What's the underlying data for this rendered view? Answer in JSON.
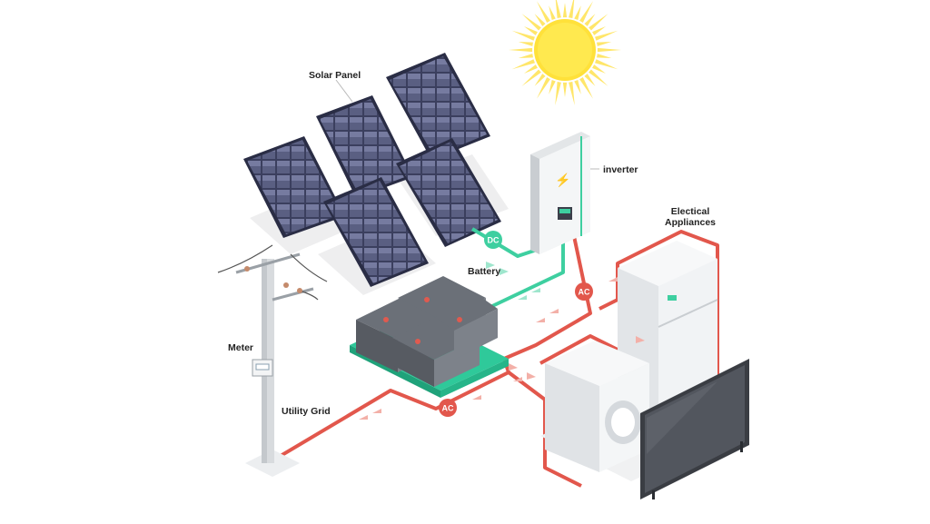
{
  "labels": {
    "solar_panel": "Solar Panel",
    "inverter": "inverter",
    "electrical_appliances_line1": "Electical",
    "electrical_appliances_line2": "Appliances",
    "battery": "Battery",
    "meter": "Meter",
    "utility_grid": "Utility Grid"
  },
  "tags": {
    "dc": "DC",
    "ac_inverter": "AC",
    "ac_grid": "AC"
  },
  "colors": {
    "dc_line": "#3ecfa0",
    "ac_line": "#e2574c",
    "sun": "#ffe13a",
    "panel": "#3a3f5c",
    "battery": "#6b7078",
    "battery_base": "#2fc99a"
  }
}
